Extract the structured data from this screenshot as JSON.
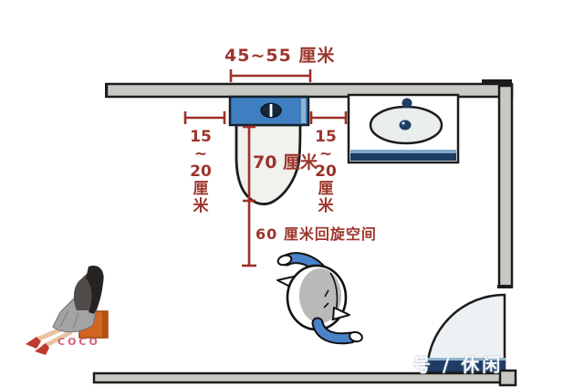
{
  "dimensions": {
    "toilet_width_label": "45~55 厘米",
    "left_clearance_label": "15\n~\n20\n厘\n米",
    "right_clearance_label": "15\n~\n20\n厘\n米",
    "toilet_depth_label": "70 厘米",
    "turning_space_label": "60 厘米回旋空间"
  },
  "watermarks": {
    "brand_label": "COCO",
    "footer_text": "号 / 休闲"
  },
  "icons": [
    {
      "name": "toilet-icon",
      "shape": "blue cistern rectangle with dual-flush button and rounded bowl, top view"
    },
    {
      "name": "sink-icon",
      "shape": "counter rectangle with oval basin, faucet dot and drain dot, navy front edge"
    },
    {
      "name": "door-swing-icon",
      "shape": "quarter-circle door swing arc at bottom-right"
    },
    {
      "name": "person-top-view-icon",
      "shape": "top view of walking person, gray body with blue arms"
    },
    {
      "name": "coco-mascot-icon",
      "shape": "woman sitting on orange stool illustration"
    }
  ],
  "colors": {
    "background": "#ffffff",
    "wall_gray": "#c9c9c4",
    "outline_black": "#1c1c1c",
    "dimension_red": "#9e2f28",
    "tank_blue": "#3f7fc1",
    "navy_accent": "#1e3c64",
    "bowl_fill": "#f1f1ee",
    "person_arm_blue": "#4a82c8",
    "stool_orange": "#d2651f",
    "coco_pink": "#d4607a"
  }
}
